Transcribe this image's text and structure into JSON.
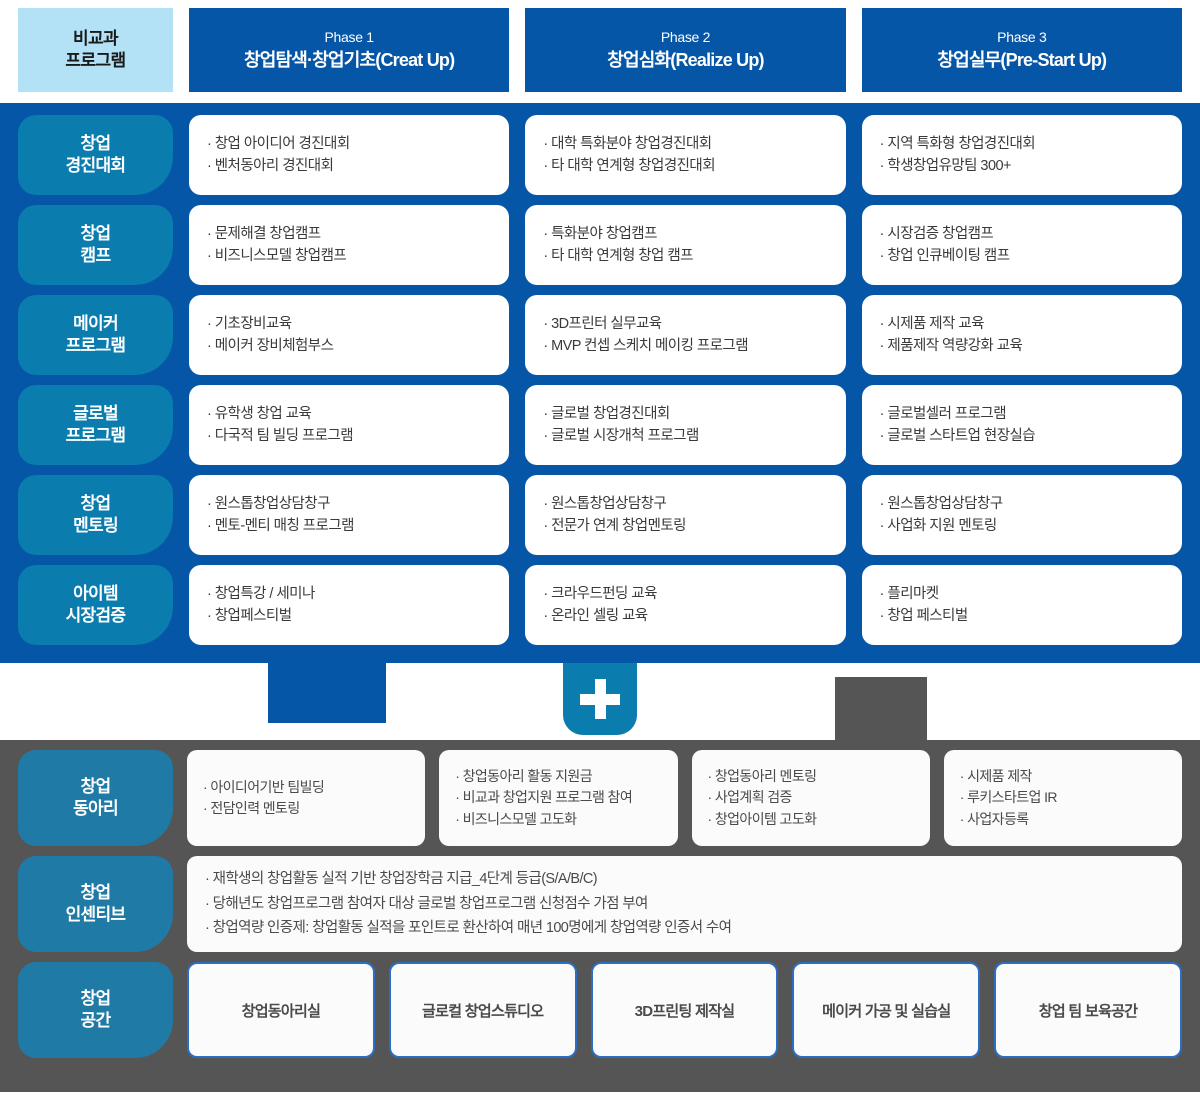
{
  "header": {
    "label_line1": "비교과",
    "label_line2": "프로그램",
    "phases": [
      {
        "num": "Phase 1",
        "name": "창업탐색·창업기초(Creat Up)"
      },
      {
        "num": "Phase 2",
        "name": "창업심화(Realize Up)"
      },
      {
        "num": "Phase 3",
        "name": "창업실무(Pre-Start Up)"
      }
    ]
  },
  "top_rows": [
    {
      "chip_line1": "창업",
      "chip_line2": "경진대회",
      "cells": [
        [
          "창업 아이디어 경진대회",
          "벤처동아리 경진대회"
        ],
        [
          "대학 특화분야 창업경진대회",
          "타 대학 연계형 창업경진대회"
        ],
        [
          "지역 특화형 창업경진대회",
          "학생창업유망팀 300+"
        ]
      ]
    },
    {
      "chip_line1": "창업",
      "chip_line2": "캠프",
      "cells": [
        [
          "문제해결 창업캠프",
          "비즈니스모델 창업캠프"
        ],
        [
          "특화분야 창업캠프",
          "타 대학 연계형 창업 캠프"
        ],
        [
          "시장검증 창업캠프",
          "창업 인큐베이팅 캠프"
        ]
      ]
    },
    {
      "chip_line1": "메이커",
      "chip_line2": "프로그램",
      "cells": [
        [
          "기초장비교육",
          "메이커 장비체험부스"
        ],
        [
          "3D프린터 실무교육",
          "MVP 컨셉 스케치 메이킹 프로그램"
        ],
        [
          "시제품 제작 교육",
          "제품제작 역량강화 교육"
        ]
      ]
    },
    {
      "chip_line1": "글로벌",
      "chip_line2": "프로그램",
      "cells": [
        [
          "유학생 창업 교육",
          "다국적 팀 빌딩 프로그램"
        ],
        [
          "글로벌 창업경진대회",
          "글로벌 시장개척 프로그램"
        ],
        [
          "글로벌셀러 프로그램",
          "글로벌 스타트업 현장실습"
        ]
      ]
    },
    {
      "chip_line1": "창업",
      "chip_line2": "멘토링",
      "cells": [
        [
          "원스톱창업상담창구",
          "멘토-멘티 매칭 프로그램"
        ],
        [
          "원스톱창업상담창구",
          "전문가 연계 창업멘토링"
        ],
        [
          "원스톱창업상담창구",
          "사업화 지원 멘토링"
        ]
      ]
    },
    {
      "chip_line1": "아이템",
      "chip_line2": "시장검증",
      "cells": [
        [
          "창업특강 / 세미나",
          "창업페스티벌"
        ],
        [
          "크라우드펀딩 교육",
          "온라인 셀링 교육"
        ],
        [
          "플리마켓",
          "창업 페스티벌"
        ]
      ]
    }
  ],
  "connector": {
    "plus_symbol": "+"
  },
  "bottom": {
    "clubs": {
      "chip_line1": "창업",
      "chip_line2": "동아리",
      "cells": [
        [
          "아이디어기반 팀빌딩",
          "전담인력 멘토링"
        ],
        [
          "창업동아리 활동 지원금",
          "비교과 창업지원 프로그램 참여",
          "비즈니스모델  고도화"
        ],
        [
          "창업동아리 멘토링",
          "사업계획 검증",
          "창업아이템 고도화"
        ],
        [
          "시제품 제작",
          "루키스타트업 IR",
          "사업자등록"
        ]
      ]
    },
    "incentive": {
      "chip_line1": "창업",
      "chip_line2": "인센티브",
      "lines": [
        "재학생의 창업활동 실적 기반 창업장학금 지급_4단계 등급(S/A/B/C)",
        "당해년도 창업프로그램 참여자 대상 글로벌 창업프로그램 신청점수 가점 부여",
        "창업역량 인증제: 창업활동 실적을 포인트로 환산하여 매년 100명에게 창업역량 인증서 수여"
      ]
    },
    "space": {
      "chip_line1": "창업",
      "chip_line2": "공간",
      "cells": [
        "창업동아리실",
        "글로컬 창업스튜디오",
        "3D프린팅 제작실",
        "메이커 가공 및 실습실",
        "창업 팀 보육공간"
      ]
    }
  },
  "colors": {
    "panel_blue": "#0556a6",
    "chip_teal": "#0a7cae",
    "header_label_bg": "#b3e1f6",
    "panel_gray": "#555555",
    "space_border": "#2a6fc4"
  }
}
